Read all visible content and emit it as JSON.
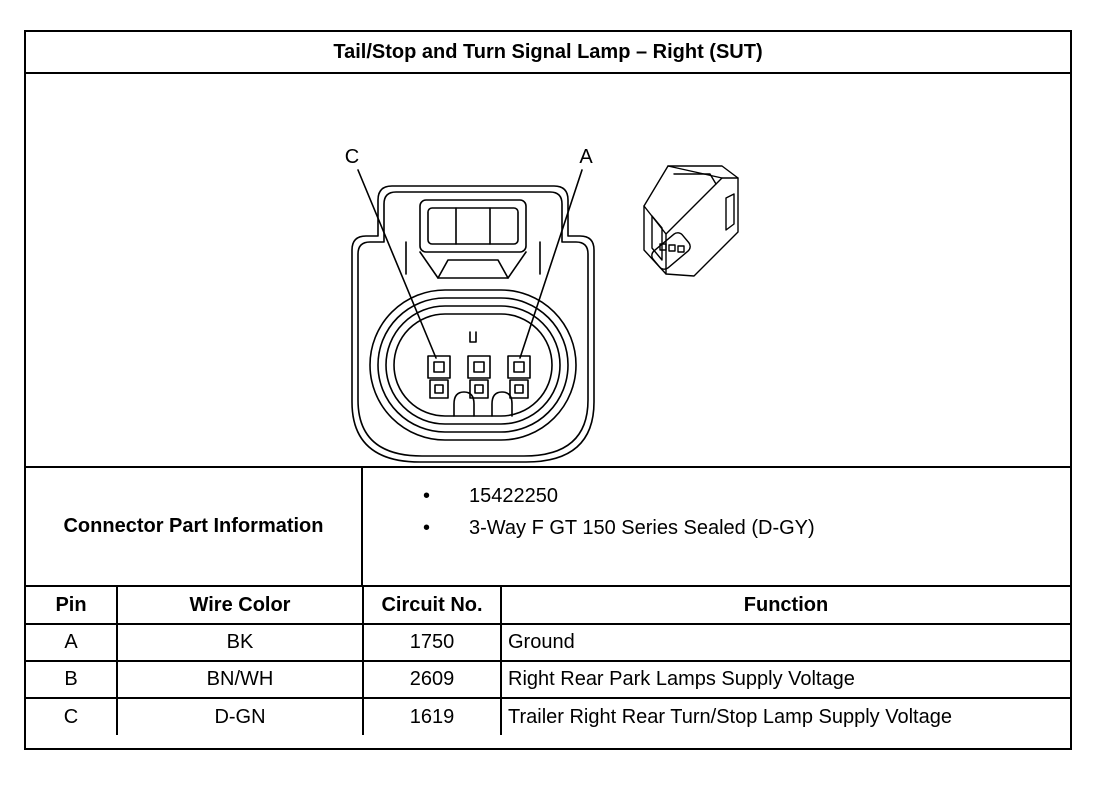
{
  "title": "Tail/Stop and Turn Signal Lamp – Right (SUT)",
  "diagram": {
    "pin_label_c": "C",
    "pin_label_a": "A",
    "icons": [
      "connector-face-drawing",
      "connector-isometric-drawing"
    ]
  },
  "connector_info": {
    "label": "Connector Part Information",
    "bullet": "•",
    "items": [
      "15422250",
      "3-Way F GT 150 Series Sealed (D-GY)"
    ]
  },
  "pin_table": {
    "headers": [
      "Pin",
      "Wire Color",
      "Circuit No.",
      "Function"
    ],
    "rows": [
      [
        "A",
        "BK",
        "1750",
        "Ground"
      ],
      [
        "B",
        "BN/WH",
        "2609",
        "Right Rear Park Lamps Supply Voltage"
      ],
      [
        "C",
        "D-GN",
        "1619",
        "Trailer Right Rear Turn/Stop Lamp Supply Voltage"
      ]
    ]
  }
}
